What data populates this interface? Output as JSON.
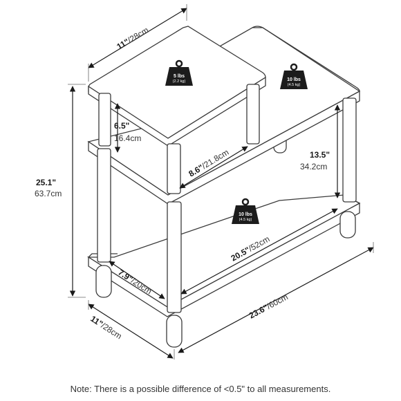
{
  "colors": {
    "line": "#3a3a3a",
    "panel": "#ffffff",
    "weight": "#1c1c1c",
    "arrow": "#1a1a1a"
  },
  "weights": {
    "top_small": {
      "main": "5 lbs",
      "sub": "(2.2 kg)",
      "icon": "weight-icon"
    },
    "top_large": {
      "main": "10 lbs",
      "sub": "(4.5 kg)",
      "icon": "weight-icon"
    },
    "middle": {
      "main": "10 lbs",
      "sub": "(4.5 kg)",
      "icon": "weight-icon"
    }
  },
  "dimensions": {
    "top_depth": {
      "inch": "11\"",
      "cm": "/28cm"
    },
    "height_total": {
      "inch": "25.1\"",
      "cm": "63.7cm"
    },
    "upper_clearance": {
      "inch": "6.5\"",
      "cm": "16.4cm"
    },
    "upper_width": {
      "inch": "8.6\"",
      "cm": "/21.8cm"
    },
    "shelf_clearance": {
      "inch": "13.5\"",
      "cm": "34.2cm"
    },
    "shelf_width": {
      "inch": "20.5\"",
      "cm": "/52cm"
    },
    "bottom_depth_inner": {
      "inch": "7.9\"",
      "cm": "/20cm"
    },
    "total_width": {
      "inch": "23.6\"",
      "cm": "/60cm"
    },
    "bottom_depth": {
      "inch": "11\"",
      "cm": "/28cm"
    }
  },
  "note": "Note: There is a possible difference of <0.5\" to all measurements."
}
